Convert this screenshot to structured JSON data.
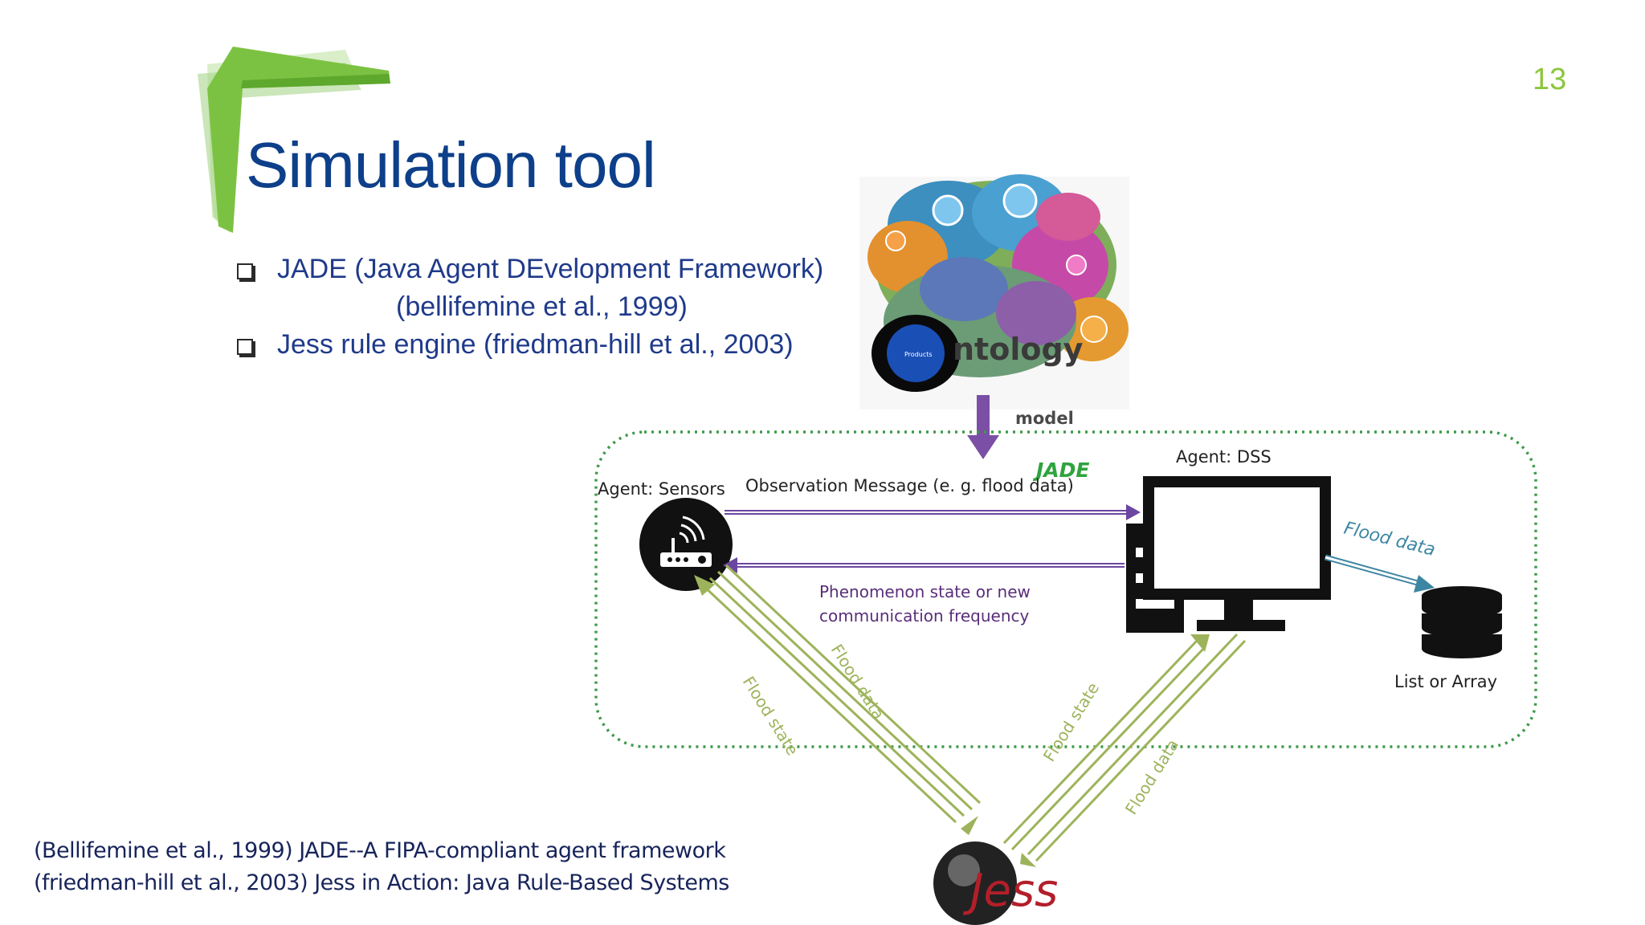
{
  "slide": {
    "page_number": "13",
    "title": "Simulation tool",
    "bullets": [
      {
        "text": "JADE (Java Agent DEvelopment Framework)",
        "continuation": "(bellifemine et al., 1999)"
      },
      {
        "text": "Jess rule engine (friedman-hill et al., 2003)"
      }
    ],
    "references": [
      "(Bellifemine et al., 1999)  JADE--A FIPA-compliant agent framework",
      "(friedman-hill et al., 2003) Jess in Action: Java Rule-Based Systems"
    ]
  },
  "diagram": {
    "ontology_label": "ntology",
    "ontology_inner_label": "Products",
    "model_label": "model",
    "jade_label": "JADE",
    "agent_sensors_label": "Agent: Sensors",
    "agent_dss_label": "Agent: DSS",
    "observation_message": "Observation Message (e. g. flood data)",
    "phenomenon_line1": "Phenomenon state or new",
    "phenomenon_line2": "communication frequency",
    "flood_data_to_storage": "Flood data",
    "storage_label": "List or Array",
    "sensor_to_jess_flood_state": "Flood state",
    "sensor_to_jess_flood_data": "Flood data",
    "dss_to_jess_flood_state": "Flood state",
    "dss_to_jess_flood_data": "Flood data",
    "jess_label": "Jess",
    "colors": {
      "title": "#0d3f8a",
      "accent_green": "#8cc63e",
      "jade_green": "#2fa33f",
      "arrow_purple": "#7b4fa5",
      "green_arrow": "#9db35b",
      "flood_blue": "#3d86a3"
    }
  }
}
